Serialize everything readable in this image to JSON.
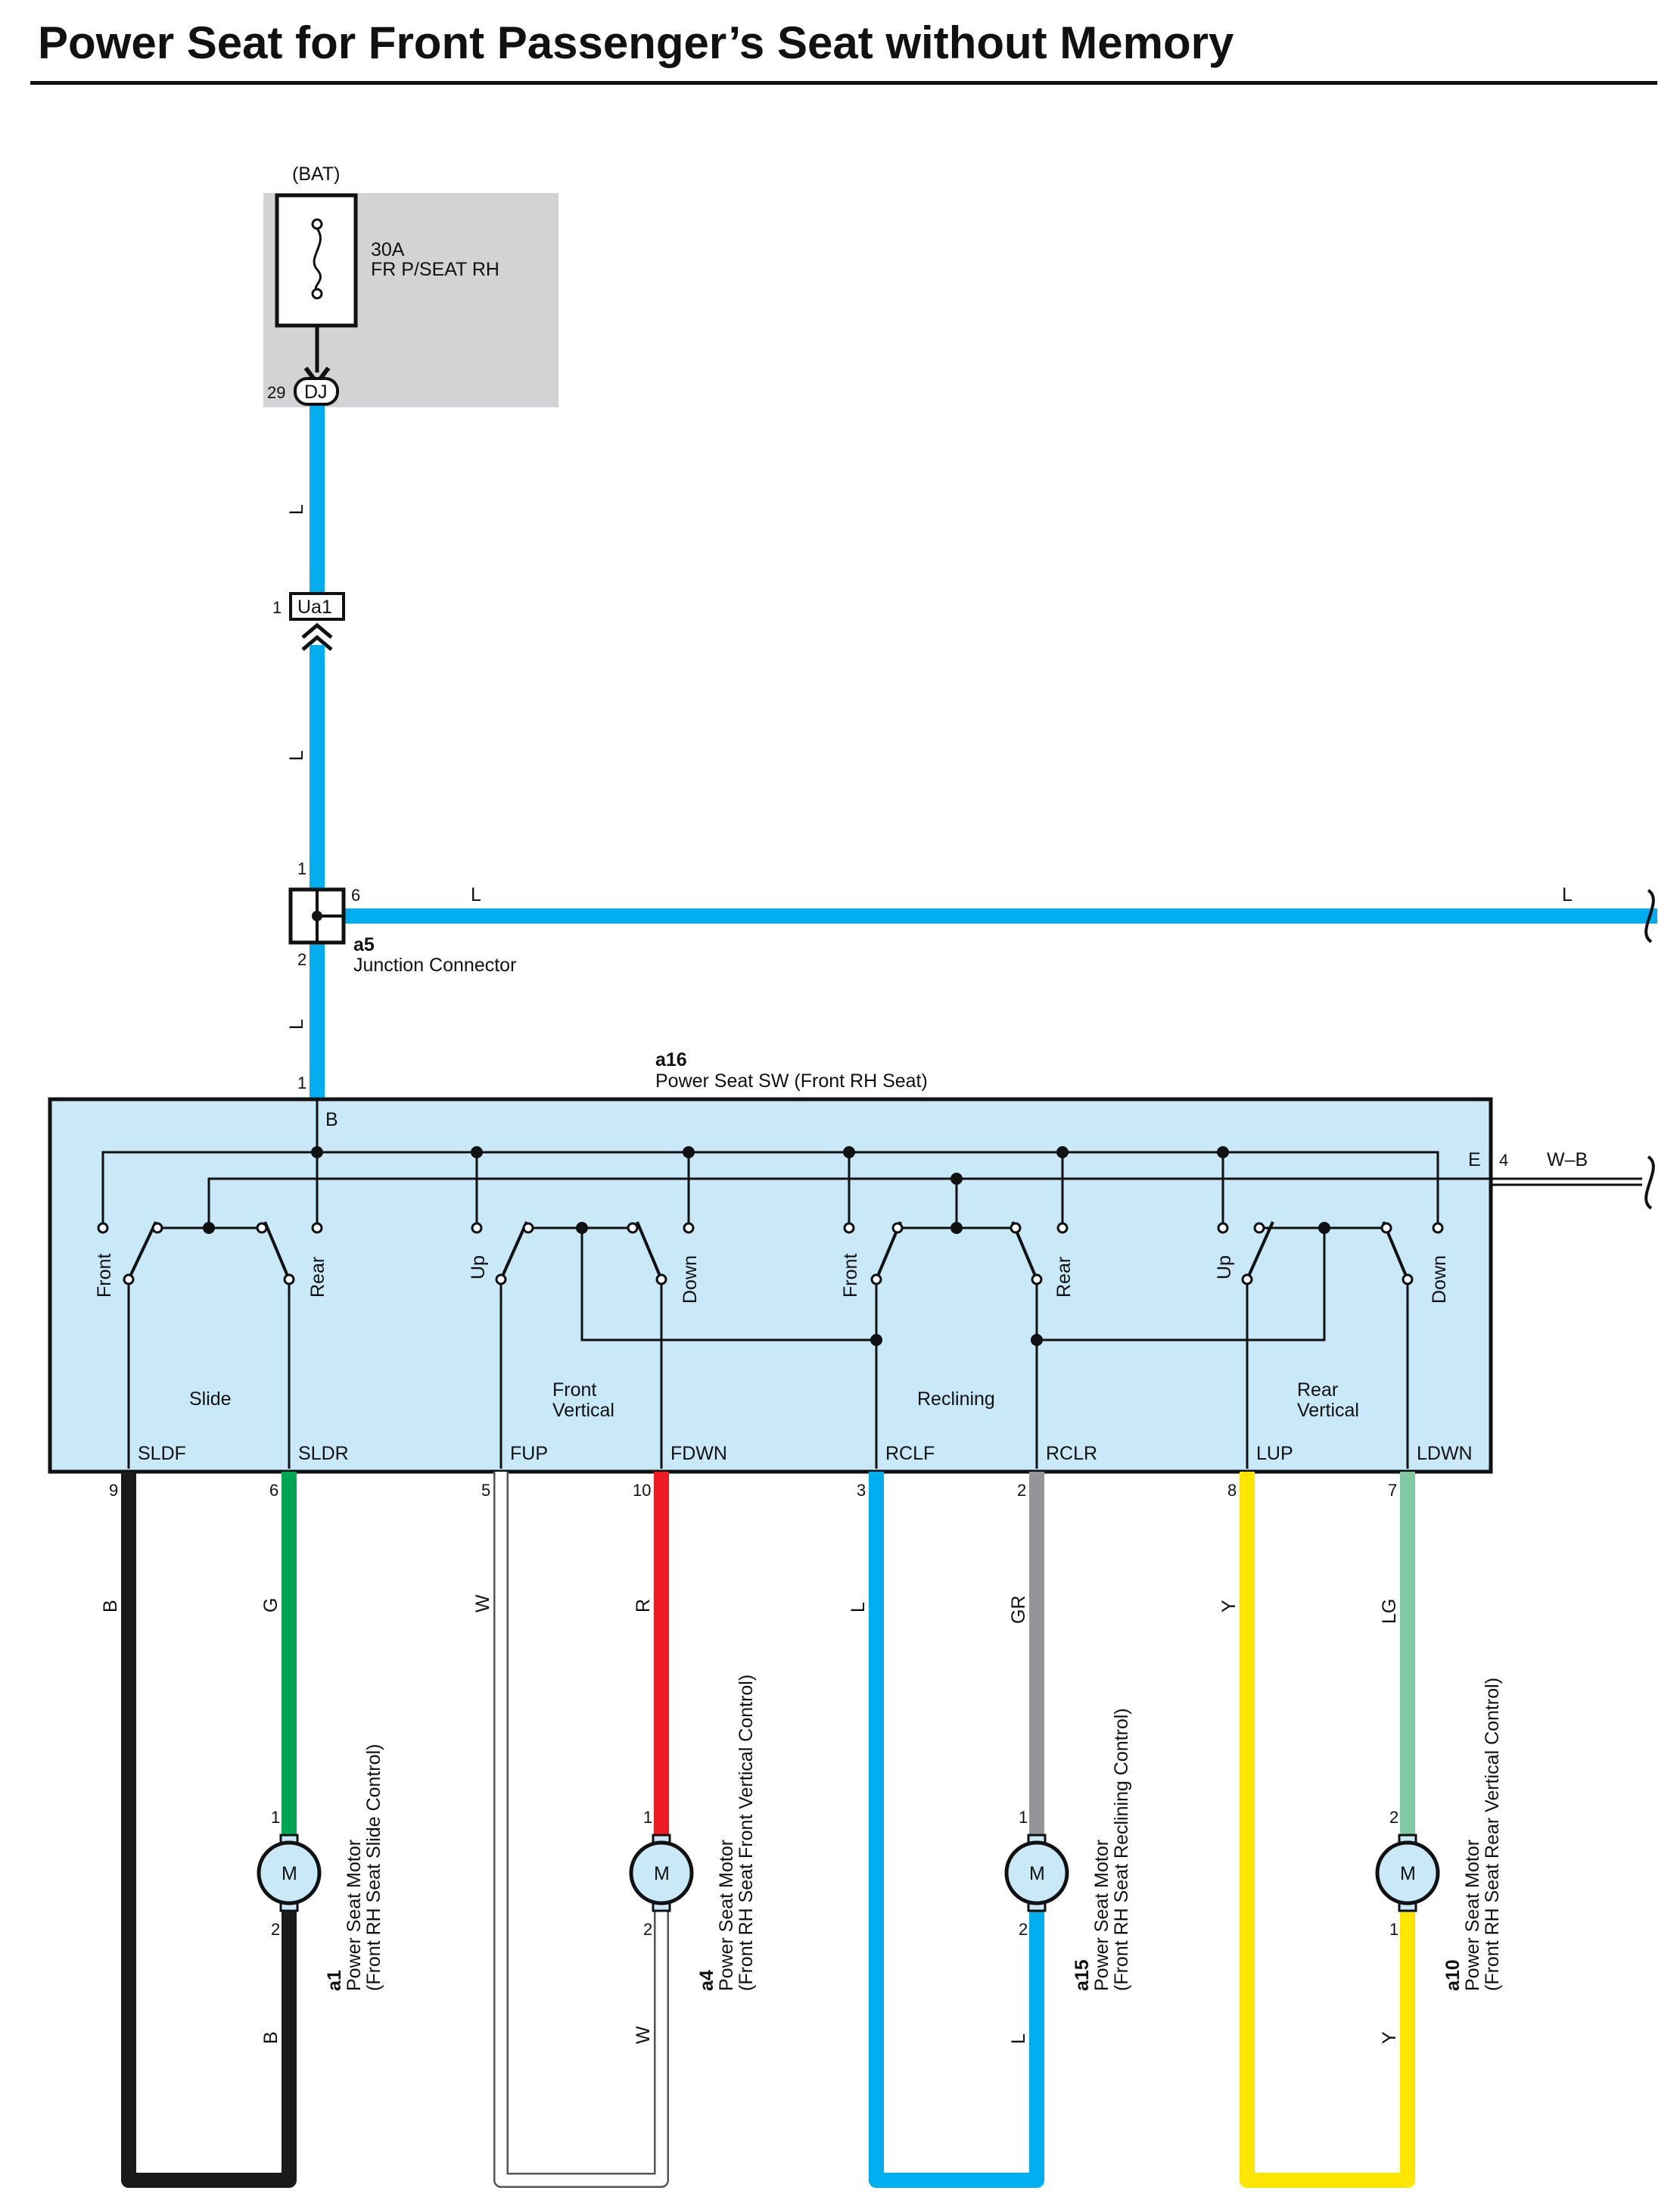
{
  "title": "Power Seat for Front Passenger’s Seat without Memory",
  "battery": {
    "label": "(BAT)",
    "fuse_rating": "30A",
    "fuse_name": "FR P/SEAT RH",
    "connector": "DJ",
    "connector_pin": "29"
  },
  "connector_ua1": {
    "name": "Ua1",
    "pin": "1"
  },
  "junction": {
    "id": "a5",
    "name": "Junction Connector",
    "pin_top": "1",
    "pin_bottom": "2",
    "pin_right": "6"
  },
  "switch": {
    "id": "a16",
    "name": "Power Seat SW (Front RH Seat)",
    "terminal_b": "B",
    "terminal_b_pin": "1",
    "terminal_e": "E",
    "terminal_e_pin": "4",
    "ground_wire": "W–B",
    "groups": [
      "Slide",
      "Front",
      "Vertical",
      "Reclining",
      "Rear",
      "Vertical"
    ],
    "contacts": [
      "Front",
      "Rear",
      "Up",
      "Down",
      "Front",
      "Rear",
      "Up",
      "Down"
    ],
    "terminals": [
      "SLDF",
      "SLDR",
      "FUP",
      "FDWN",
      "RCLF",
      "RCLR",
      "LUP",
      "LDWN"
    ],
    "pins": [
      "9",
      "6",
      "5",
      "10",
      "3",
      "2",
      "8",
      "7"
    ]
  },
  "wire_colors": {
    "supply": "L",
    "out": [
      "B",
      "G",
      "W",
      "R",
      "L",
      "GR",
      "Y",
      "LG"
    ],
    "return": [
      "B",
      "W",
      "L",
      "Y"
    ]
  },
  "motors": [
    {
      "id": "a1",
      "name": "Power Seat Motor",
      "desc": "(Front RH Seat Slide Control)",
      "pin_top": "1",
      "pin_bottom": "2",
      "symbol": "M"
    },
    {
      "id": "a4",
      "name": "Power Seat Motor",
      "desc": "(Front RH Seat Front Vertical Control)",
      "pin_top": "1",
      "pin_bottom": "2",
      "symbol": "M"
    },
    {
      "id": "a15",
      "name": "Power Seat Motor",
      "desc": "(Front RH Seat Reclining Control)",
      "pin_top": "1",
      "pin_bottom": "2",
      "symbol": "M"
    },
    {
      "id": "a10",
      "name": "Power Seat Motor",
      "desc": "(Front RH Seat Rear Vertical Control)",
      "pin_top": "2",
      "pin_bottom": "1",
      "symbol": "M"
    }
  ],
  "colors": {
    "L": "#00aeef",
    "B": "#1a1a1a",
    "G": "#00a651",
    "W": "#ffffff",
    "R": "#ed1c24",
    "GR": "#939598",
    "Y": "#ffe600",
    "LG": "#7fc9a0",
    "switch_fill": "#c9e8f8",
    "fuse_box": "#d1d3d4",
    "motor_fill": "#c9e8f8"
  }
}
